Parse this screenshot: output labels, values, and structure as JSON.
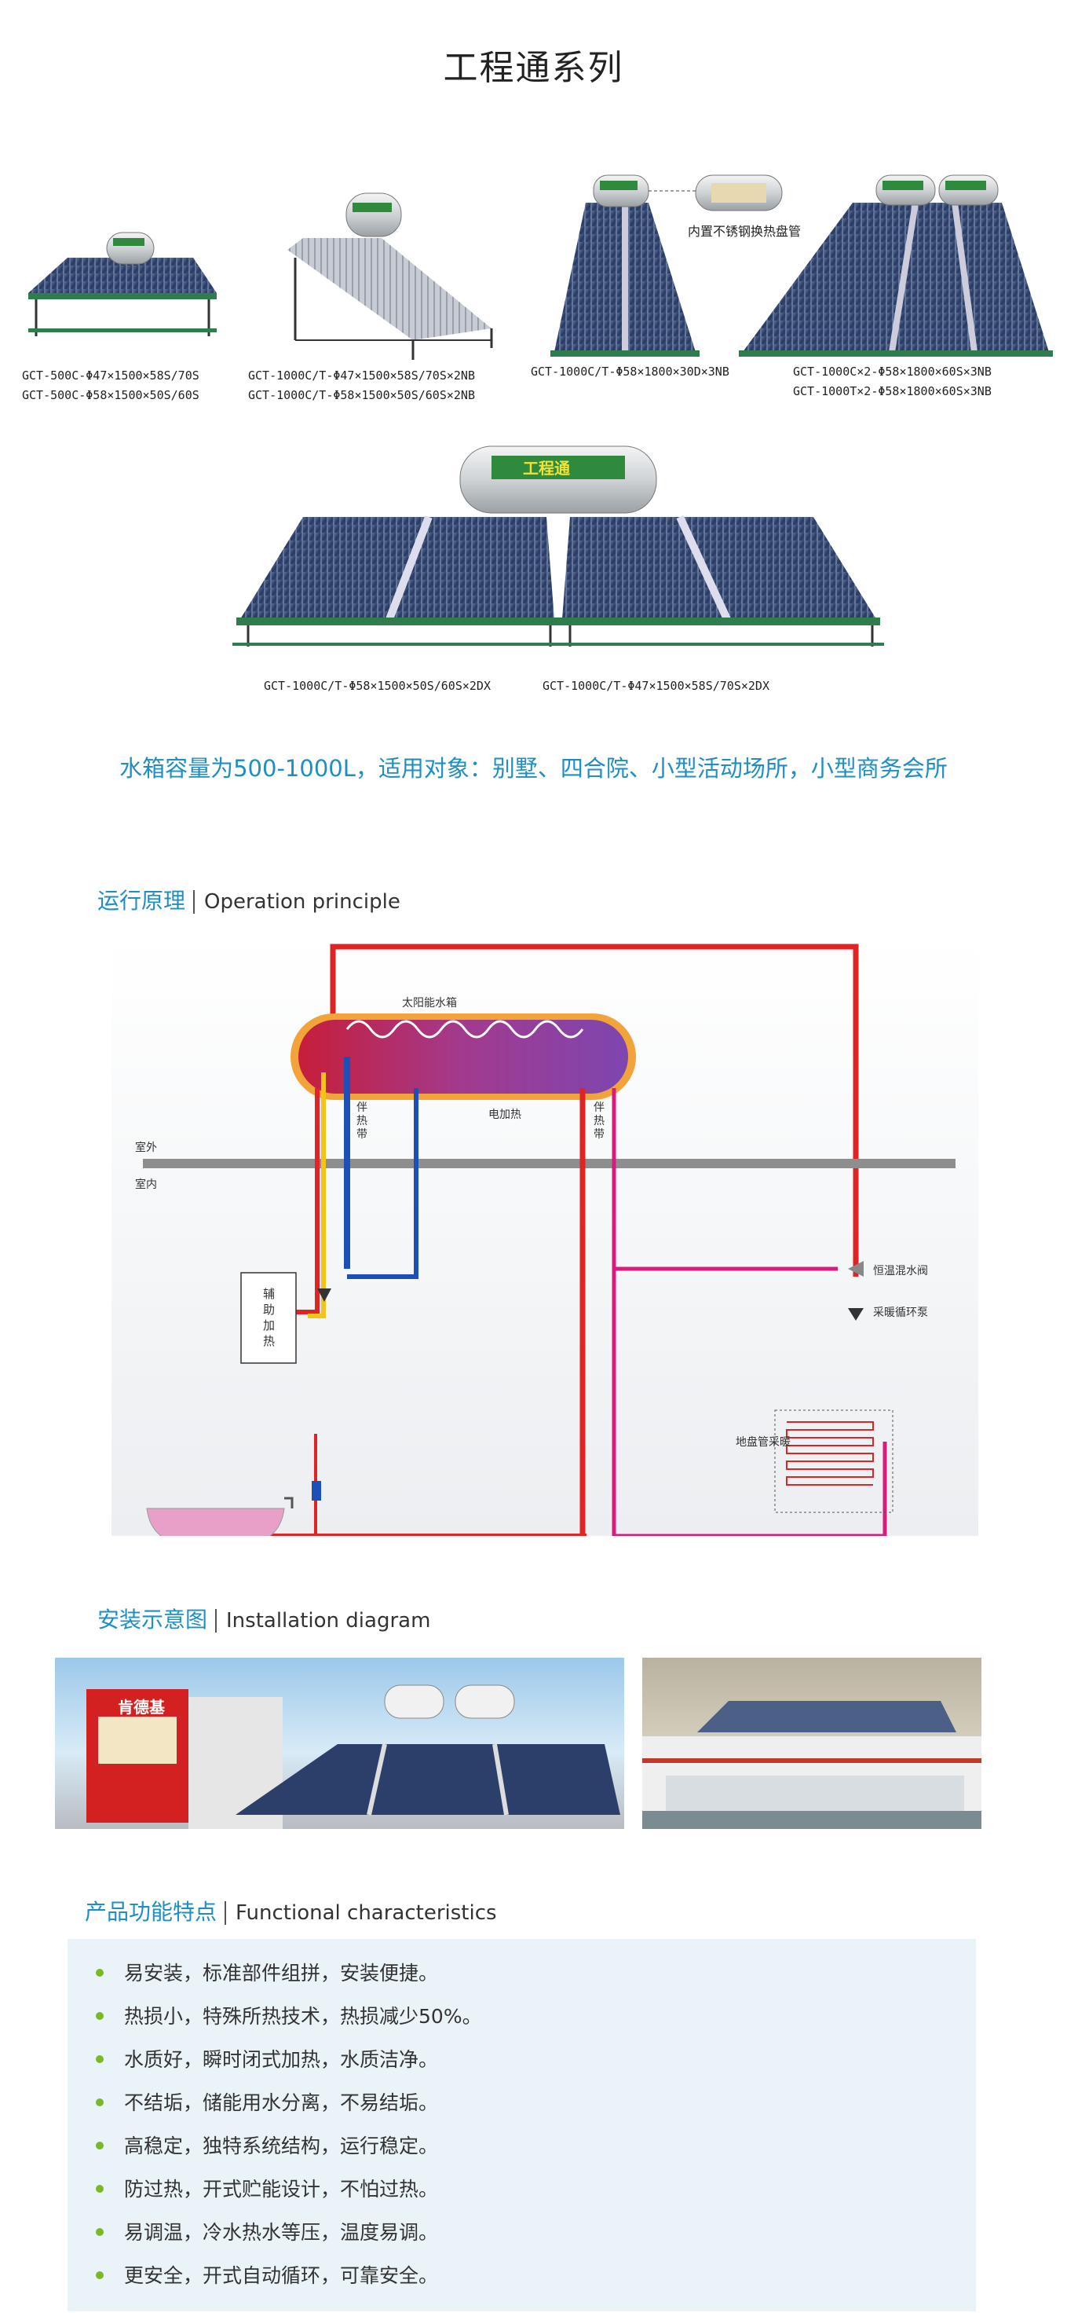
{
  "page": {
    "title": "工程通系列",
    "subtitle": "水箱容量为500-1000L，适用对象：别墅、四合院、小型活动场所，小型商务会所"
  },
  "products": {
    "tank_brand": "工程通",
    "inner_tube_note": "内置不锈钢换热盘管",
    "models": [
      {
        "line1": "GCT-500C-Φ47×1500×58S/70S",
        "line2": "GCT-500C-Φ58×1500×50S/60S"
      },
      {
        "line1": "GCT-1000C/T-Φ47×1500×58S/70S×2NB",
        "line2": "GCT-1000C/T-Φ58×1500×50S/60S×2NB"
      },
      {
        "line1": "GCT-1000C/T-Φ58×1800×30D×3NB",
        "line2": ""
      },
      {
        "line1": "GCT-1000C×2-Φ58×1800×60S×3NB",
        "line2": "GCT-1000T×2-Φ58×1800×60S×3NB"
      },
      {
        "line1": "GCT-1000C/T-Φ58×1500×50S/60S×2DX",
        "line2": ""
      },
      {
        "line1": "GCT-1000C/T-Φ47×1500×58S/70S×2DX",
        "line2": ""
      }
    ]
  },
  "operation": {
    "title_cn": "运行原理",
    "title_en": "Operation principle",
    "labels": {
      "tank": "太阳能水箱",
      "outdoor": "室外",
      "indoor": "室内",
      "heat_tape_left": "伴热带",
      "heat_tape_right": "伴热带",
      "electric_heating": "电加热",
      "aux_heating": "辅助加热",
      "thermostatic_valve": "恒温混水阀",
      "heating_pump": "采暖循环泵",
      "floor_heating": "地盘管采暖"
    }
  },
  "installation": {
    "title_cn": "安装示意图",
    "title_en": "Installation diagram",
    "store_sign": "肯德基"
  },
  "features": {
    "title_cn": "产品功能特点",
    "title_en": "Functional characteristics",
    "items": [
      "易安装，标准部件组拼，安装便捷。",
      "热损小，特殊所热技术，热损减少50%。",
      "水质好，瞬时闭式加热，水质洁净。",
      "不结垢，储能用水分离，不易结垢。",
      "高稳定，独特系统结构，运行稳定。",
      "防过热，开式贮能设计，不怕过热。",
      "易调温，冷水热水等压，温度易调。",
      "更安全，开式自动循环，可靠安全。"
    ]
  },
  "colors": {
    "accent_blue": "#1f8ec3",
    "bullet_green": "#7ab827",
    "pipe_red": "#e02424",
    "pipe_blue": "#1c4fb8",
    "pipe_yellow": "#f2c318",
    "pipe_magenta": "#d81b7c",
    "feature_bg": "#eaf3f8"
  }
}
